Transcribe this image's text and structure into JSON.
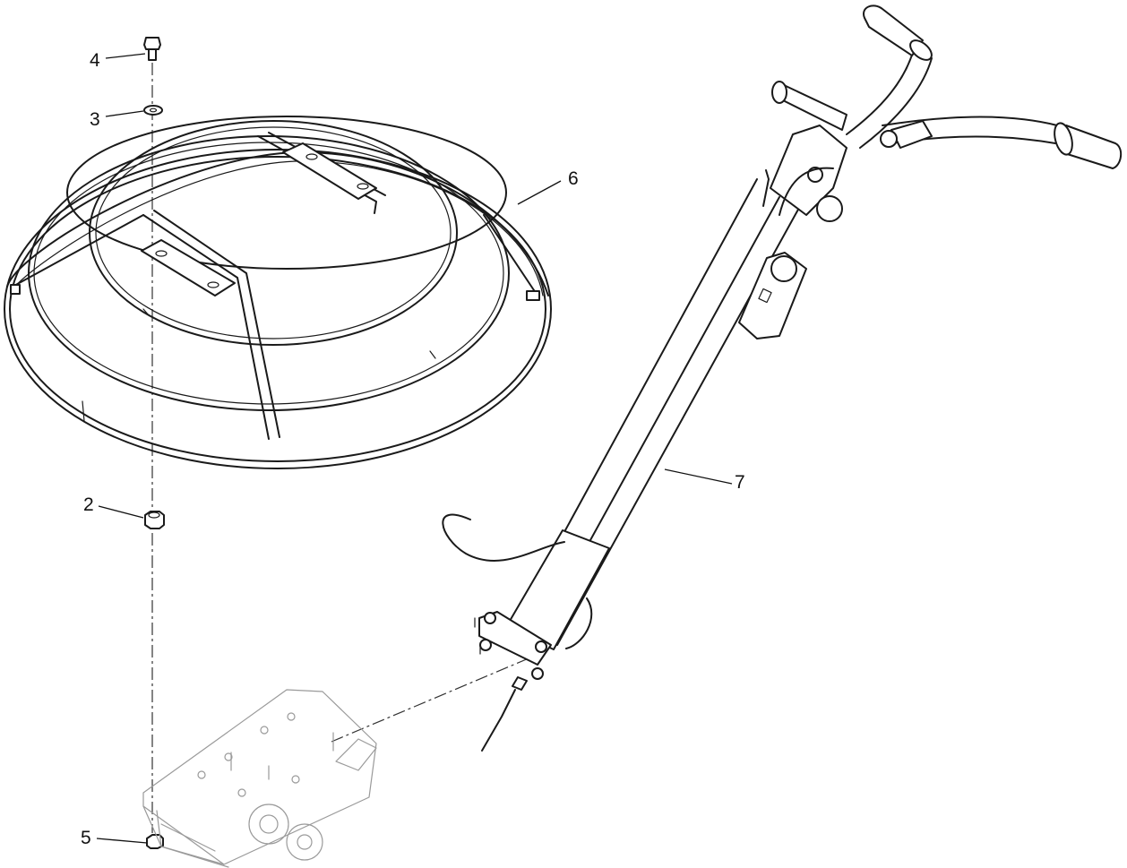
{
  "callouts": {
    "c1": "4",
    "c2": "3",
    "c3": "6",
    "c4": "7",
    "c5": "2",
    "c6": "5"
  }
}
